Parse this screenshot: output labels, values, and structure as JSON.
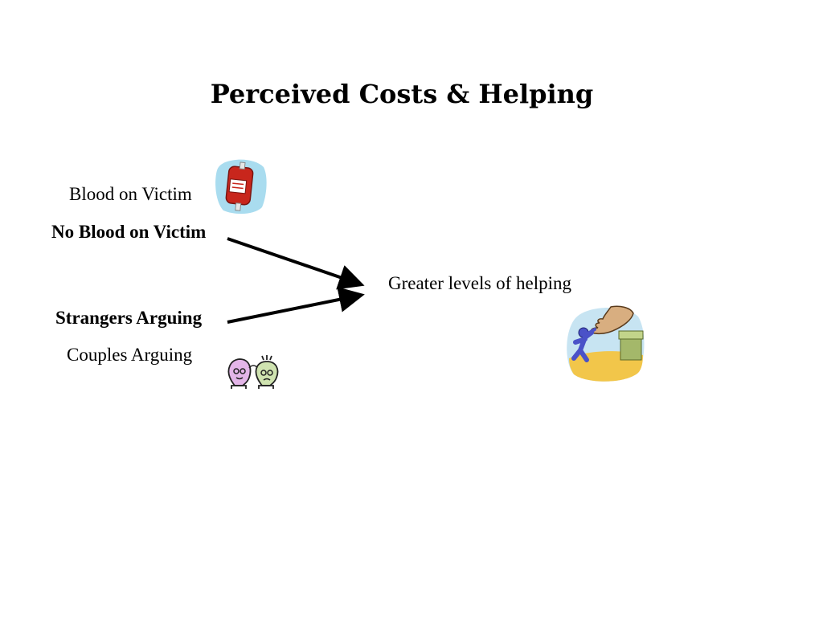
{
  "slide": {
    "title": "Perceived Costs & Helping"
  },
  "factors": {
    "blood_on_victim": "Blood on Victim",
    "no_blood_on_victim": "No Blood on Victim",
    "strangers_arguing": "Strangers Arguing",
    "couples_arguing": "Couples Arguing"
  },
  "outcome": {
    "label": "Greater levels of helping"
  },
  "icons": {
    "blood": "blood-bag-icon",
    "couple": "arguing-couple-icon",
    "help": "helping-hand-icon"
  },
  "colors": {
    "text": "#000000",
    "arrow": "#000000",
    "blood_red": "#c8261c",
    "clip_bg_blue": "#a9dcef",
    "couple_pink": "#e3b5e8",
    "couple_green": "#cfe3b0",
    "hand_skin": "#d8ae80",
    "sky": "#c7e4f2",
    "figure_blue": "#4a52c8",
    "floor_yellow": "#f2c64a",
    "desk_green": "#a4b86a"
  }
}
